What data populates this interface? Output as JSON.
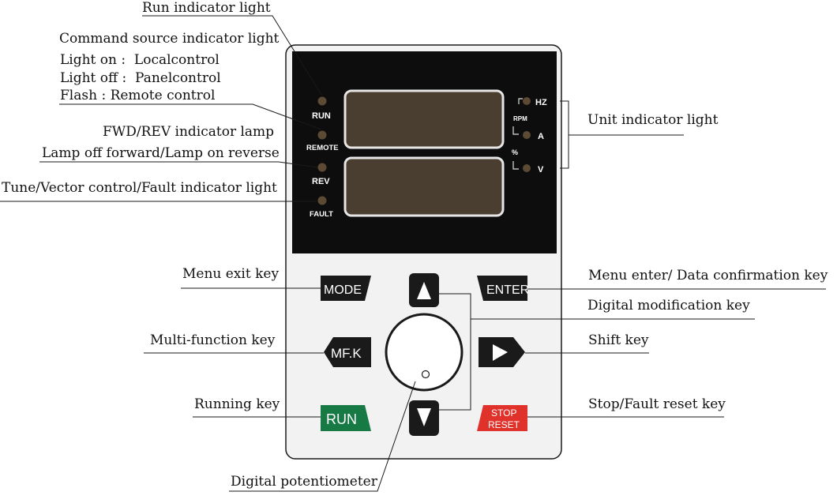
{
  "panel": {
    "indicators": {
      "run": "RUN",
      "remote": "REMOTE",
      "rev": "REV",
      "fault": "FAULT"
    },
    "units": {
      "hz": "HZ",
      "rpm": "RPM",
      "a": "A",
      "percent": "%",
      "v": "V"
    },
    "keys": {
      "mode": "MODE",
      "enter": "ENTER",
      "mfk": "MF.K",
      "run": "RUN",
      "stop_line1": "STOP",
      "stop_line2": "RESET"
    },
    "colors": {
      "panel_bg": "#f2f2f2",
      "display_bg": "#0d0d0d",
      "segment_window": "#4a3e30",
      "led": "#5c4a35",
      "key_dark": "#1a1a1a",
      "run_key": "#177a45",
      "stop_key": "#e0312a"
    }
  },
  "callouts": {
    "run_indicator": "Run indicator light",
    "command_source": "Command source indicator light",
    "light_on": "Light on :  Localcontrol",
    "light_off": "Light off :  Panelcontrol",
    "flash": "Flash : Remote control",
    "fwd_rev": "FWD/REV indicator lamp",
    "lamp_off": "Lamp off forward/Lamp on reverse",
    "tune": "Tune/Vector control/Fault indicator light",
    "unit_indicator": "Unit indicator light",
    "menu_exit": "Menu exit key",
    "menu_enter": "Menu enter/ Data confirmation key",
    "digital_mod": "Digital modification key",
    "multi_function": "Multi-function key",
    "shift": "Shift key",
    "running": "Running key",
    "stop_fault": "Stop/Fault reset key",
    "potentiometer": "Digital potentiometer"
  }
}
